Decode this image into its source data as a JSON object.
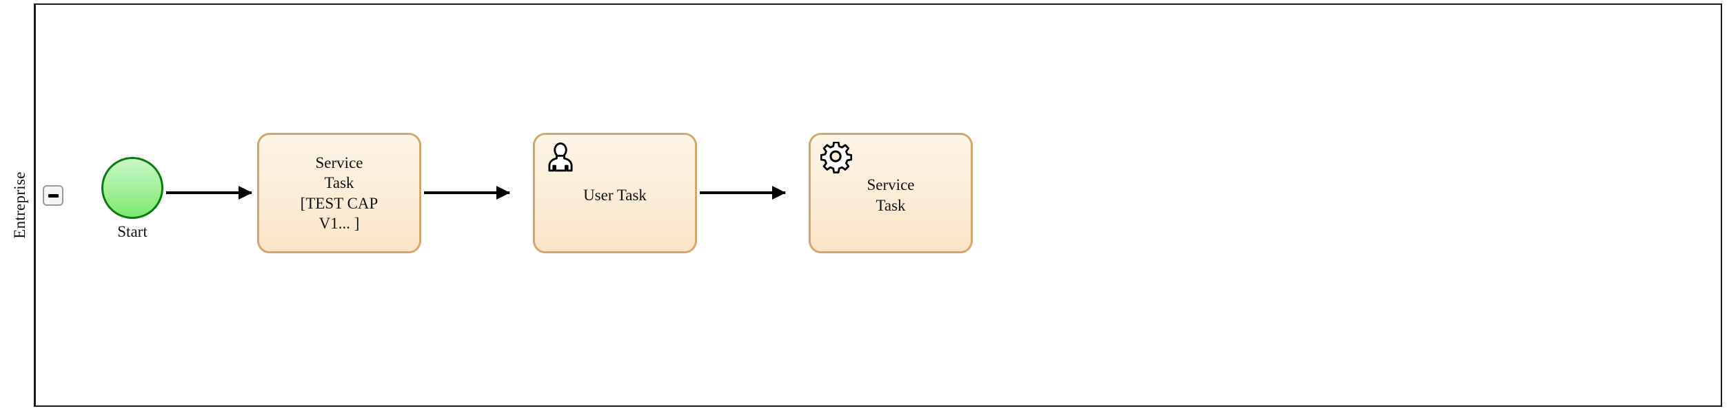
{
  "diagram": {
    "type": "bpmn-process",
    "pool": {
      "lane_label": "Entreprise",
      "collapse_icon": "minus-icon"
    },
    "nodes": [
      {
        "id": "start",
        "kind": "start-event",
        "label": "Start",
        "fill": "#a9f0a0",
        "stroke": "#0a7a12"
      },
      {
        "id": "service-task-1",
        "kind": "service-task",
        "lines": [
          "Service",
          "Task",
          "[TEST CAP",
          "V1... ]"
        ],
        "icon": "",
        "fill": "#fcecd6",
        "stroke": "#d2a76a"
      },
      {
        "id": "user-task-1",
        "kind": "user-task",
        "lines": [
          "User Task"
        ],
        "icon": "user-icon",
        "fill": "#fcecd6",
        "stroke": "#d2a76a"
      },
      {
        "id": "service-task-2",
        "kind": "service-task",
        "lines": [
          "Service",
          "Task"
        ],
        "icon": "gear-icon",
        "fill": "#fcecd6",
        "stroke": "#d2a76a"
      }
    ],
    "flows": [
      {
        "from": "start",
        "to": "service-task-1"
      },
      {
        "from": "service-task-1",
        "to": "user-task-1"
      },
      {
        "from": "user-task-1",
        "to": "service-task-2"
      }
    ]
  }
}
